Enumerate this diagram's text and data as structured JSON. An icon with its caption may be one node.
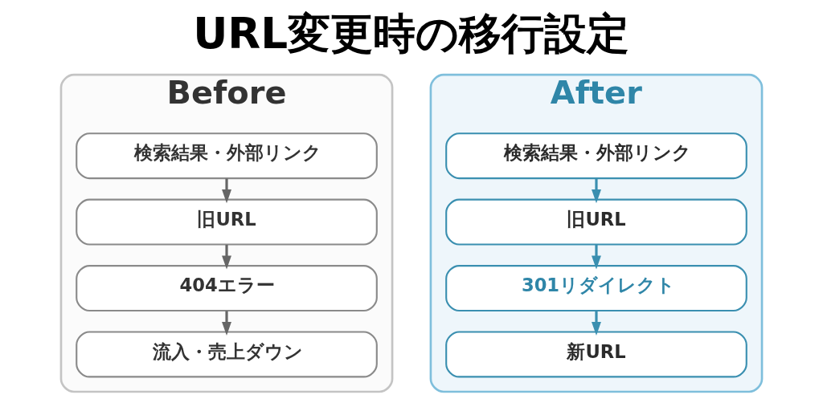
{
  "diagram": {
    "title": "URL変更時の移行設定",
    "nodes": [
      {
        "text": [
          "Before"
        ]
      },
      {
        "text": [
          "検索結果・外部リンク"
        ],
        "in": 0
      },
      {
        "text": [
          "旧URL"
        ],
        "in": 0
      },
      {
        "text": [
          "404エラー"
        ],
        "in": 0
      },
      {
        "text": [
          "流入・売上ダウン"
        ],
        "in": 0
      },
      {
        "text": [
          "After"
        ]
      },
      {
        "text": [
          "検索結果・外部リンク"
        ],
        "in": 5
      },
      {
        "text": [
          "旧URL"
        ],
        "in": 5
      },
      {
        "text": [
          "301リダイレクト"
        ],
        "in": 5
      },
      {
        "text": [
          "新URL"
        ],
        "in": 5
      }
    ],
    "edges": [
      {
        "from": 1,
        "to": 2,
        "arrow": "to",
        "color": "#666666"
      },
      {
        "from": 2,
        "to": 3,
        "arrow": "to",
        "color": "#666666"
      },
      {
        "from": 3,
        "to": 4,
        "arrow": "to",
        "color": "#666666"
      },
      {
        "from": 6,
        "to": 7,
        "arrow": "to",
        "color": "#3a8fb0"
      },
      {
        "from": 7,
        "to": 8,
        "arrow": "to",
        "color": "#3a8fb0"
      },
      {
        "from": 8,
        "to": 9,
        "arrow": "to",
        "color": "#3a8fb0"
      }
    ]
  }
}
